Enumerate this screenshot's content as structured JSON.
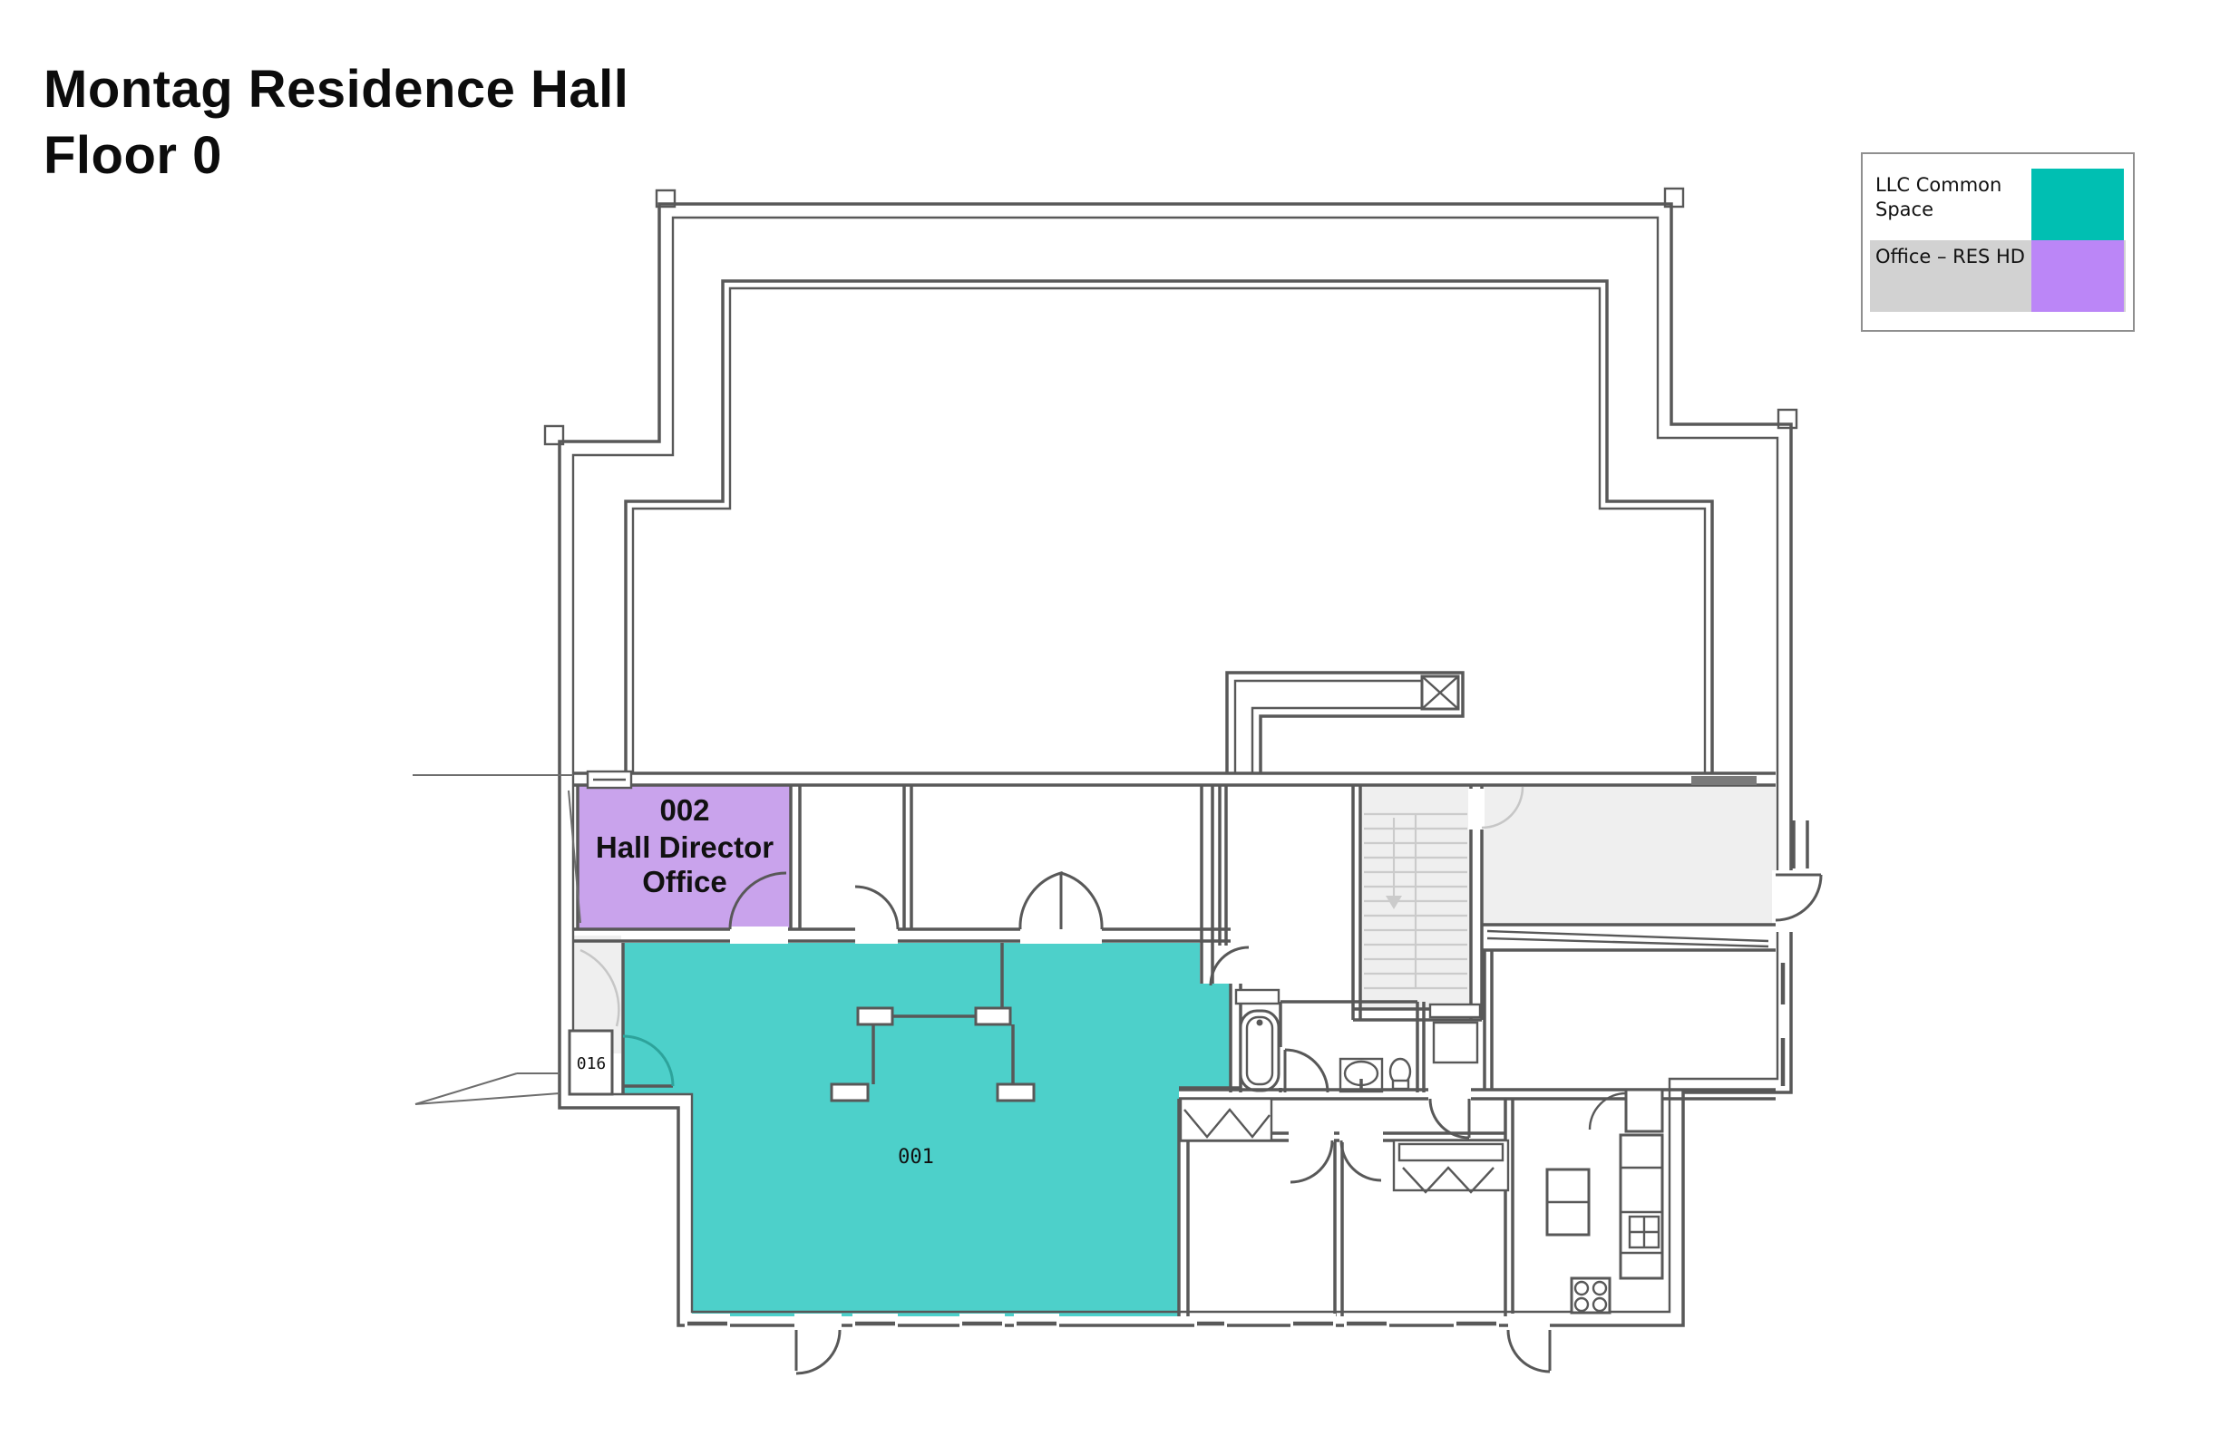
{
  "title": {
    "line1": "Montag Residence Hall",
    "line2": "Floor 0"
  },
  "legend": {
    "items": [
      {
        "label": "LLC Common Space",
        "swatch_color": "#00BFB2"
      },
      {
        "label": "Office – RES HD",
        "swatch_color": "#BB86F7"
      }
    ]
  },
  "rooms": {
    "r001": {
      "number": "001",
      "category": "LLC Common Space",
      "fill": "#4DD0CA"
    },
    "r002": {
      "number": "002",
      "name_line1": "Hall Director",
      "name_line2": "Office",
      "category": "Office – RES HD",
      "fill": "#C9A3EC"
    },
    "r016": {
      "number": "016"
    }
  },
  "colors": {
    "wall": "#585858",
    "stair_fill": "#EFEFEF",
    "legend_alt_row_bg": "#D2D2D2",
    "door_arc_teal": "#2DA39B"
  }
}
